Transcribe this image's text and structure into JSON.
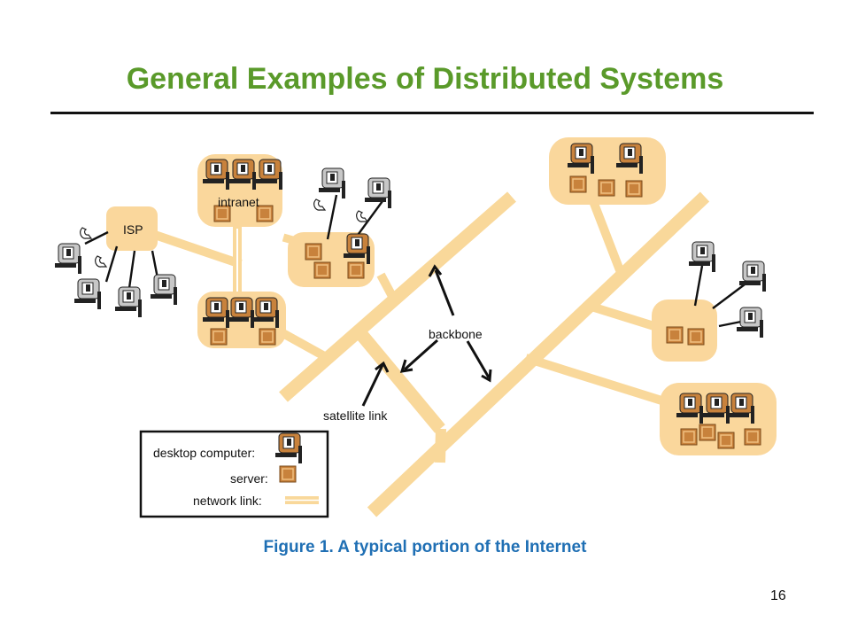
{
  "slide": {
    "title": "General Examples of Distributed Systems",
    "caption": "Figure 1. A typical portion of the Internet",
    "page_number": "16"
  },
  "diagram": {
    "labels": {
      "isp": "ISP",
      "intranet": "intranet",
      "backbone": "backbone",
      "satellite_link": "satellite link"
    },
    "legend": {
      "desktop_computer": "desktop computer:",
      "server": "server:",
      "network_link": "network link:"
    },
    "colors": {
      "link": "#f9d89a",
      "cloud": "#fad79c",
      "device": "#c8823c",
      "title": "#5a9a2a",
      "caption": "#1f6fb4"
    },
    "icons": [
      "desktop-computer-icon",
      "server-icon",
      "modem-icon",
      "network-link-icon"
    ]
  }
}
